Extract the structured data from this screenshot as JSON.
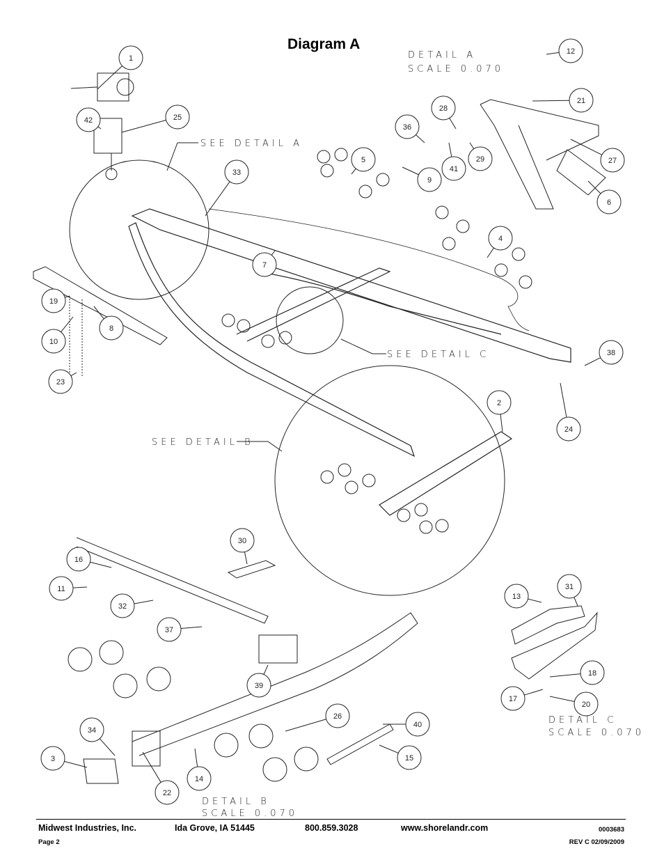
{
  "title": "Diagram A",
  "callouts": {
    "see_detail_a": "SEE DETAIL A",
    "see_detail_b": "SEE DETAIL B",
    "see_detail_c": "SEE DETAIL C"
  },
  "details": {
    "a": {
      "name": "DETAIL A",
      "scale": "SCALE 0.070"
    },
    "b": {
      "name": "DETAIL B",
      "scale": "SCALE 0.070"
    },
    "c": {
      "name": "DETAIL C",
      "scale": "SCALE 0.070"
    }
  },
  "part_balloons": [
    "1",
    "42",
    "25",
    "33",
    "12",
    "21",
    "36",
    "28",
    "27",
    "29",
    "41",
    "9",
    "5",
    "6",
    "4",
    "7",
    "19",
    "8",
    "10",
    "23",
    "38",
    "2",
    "24",
    "30",
    "16",
    "11",
    "32",
    "37",
    "13",
    "31",
    "39",
    "18",
    "17",
    "20",
    "34",
    "26",
    "40",
    "3",
    "15",
    "14",
    "22"
  ],
  "footer": {
    "company": "Midwest Industries, Inc.",
    "location": "Ida Grove, IA  51445",
    "phone": "800.859.3028",
    "website": "www.shorelandr.com",
    "doc_number": "0003683",
    "page": "Page 2",
    "revision": "REV C  02/09/2009"
  }
}
